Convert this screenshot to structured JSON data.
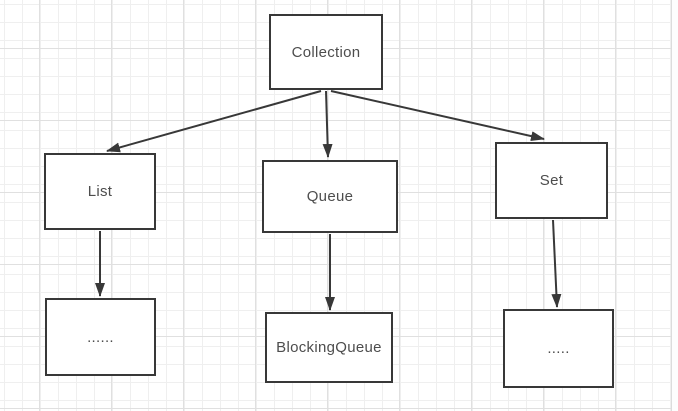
{
  "diagram": {
    "nodes": [
      {
        "id": "collection",
        "label": "Collection"
      },
      {
        "id": "list",
        "label": "List"
      },
      {
        "id": "queue",
        "label": "Queue"
      },
      {
        "id": "set",
        "label": "Set"
      },
      {
        "id": "list-ellipsis",
        "label": "......"
      },
      {
        "id": "blocking-queue",
        "label": "BlockingQueue"
      },
      {
        "id": "set-ellipsis",
        "label": "....."
      }
    ],
    "edges": [
      {
        "from": "Collection",
        "to": "List"
      },
      {
        "from": "Collection",
        "to": "Queue"
      },
      {
        "from": "Collection",
        "to": "Set"
      },
      {
        "from": "List",
        "to": "......"
      },
      {
        "from": "Queue",
        "to": "BlockingQueue"
      },
      {
        "from": "Set",
        "to": "....."
      }
    ],
    "colors": {
      "connector": "#383838",
      "box_border": "#383838",
      "box_fill": "#ffffff",
      "text": "#4d4d4d",
      "grid_minor": "#efefef",
      "grid_major": "#e0e0e0",
      "background": "#ffffff"
    }
  }
}
